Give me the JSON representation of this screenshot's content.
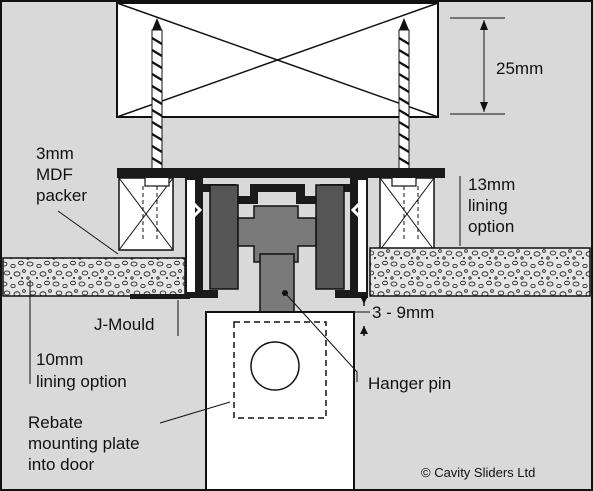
{
  "colors": {
    "background": "#d9d9d9",
    "metal": "#1a1a1a",
    "wheel": "#555555",
    "hanger": "#7a7a7a",
    "lining": "#e6e6e6",
    "white": "#ffffff",
    "line": "#111111"
  },
  "labels": {
    "dimension_top": "25mm",
    "packer_line1": "3mm",
    "packer_line2": "MDF",
    "packer_line3": "packer",
    "lining13_line1": "13mm",
    "lining13_line2": "lining",
    "lining13_line3": "option",
    "jmould": "J-Mould",
    "gap": "3 - 9mm",
    "lining10_line1": "10mm",
    "lining10_line2": "lining option",
    "hanger_pin": "Hanger pin",
    "rebate_line1": "Rebate",
    "rebate_line2": "mounting plate",
    "rebate_line3": "into door",
    "copyright": "© Cavity Sliders Ltd"
  }
}
